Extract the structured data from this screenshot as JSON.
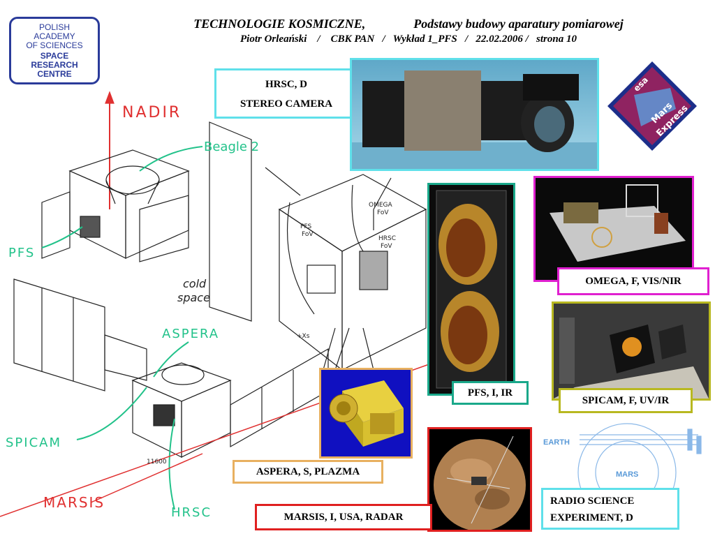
{
  "logo": {
    "line1": "POLISH",
    "line2": "ACADEMY",
    "line3": "OF SCIENCES",
    "line4": "SPACE",
    "line5": "RESEARCH",
    "line6": "CENTRE"
  },
  "header": {
    "course": "TECHNOLOGIE KOSMICZNE,",
    "subject": "Podstawy budowy aparatury pomiarowej",
    "subtitle": "Piotr Orleański    /    CBK PAN   /   Wykład 1_PFS   /   22.02.2006 /   strona 10"
  },
  "diagram": {
    "nadir": "NADIR",
    "beagle": "Beagle 2",
    "pfs": "PFS",
    "cold_space": "cold",
    "cold_space2": "space",
    "aspera": "ASPERA",
    "spicam": "SPICAM",
    "marsis": "MARSIS",
    "hrsc": "HRSC",
    "serial": "11600",
    "omega_fov": "OMEGA",
    "omega_fov2": "FoV",
    "pfs_fov": "PFS",
    "pfs_fov2": "FoV",
    "hrsc_fov": "HRSC",
    "hrsc_fov2": "FoV",
    "xs": "+Xs"
  },
  "labels": {
    "hrsc_title": "HRSC, D",
    "hrsc_sub": "STEREO CAMERA",
    "omega": "OMEGA, F, VIS/NIR",
    "pfs": "PFS, I, IR",
    "spicam": "SPICAM, F, UV/IR",
    "aspera": "ASPERA, S, PLAZMA",
    "marsis": "MARSIS, I, USA, RADAR",
    "radio1": "RADIO SCIENCE",
    "radio2": "EXPERIMENT, D"
  },
  "mars_express_logo": {
    "text1": "esa",
    "text2": "Mars",
    "text3": "Express"
  },
  "radio_diagram": {
    "earth": "EARTH",
    "mars": "MARS"
  },
  "colors": {
    "hrsc_border": "#5fe0ea",
    "omega_border": "#e020d0",
    "pfs_border": "#1aa88a",
    "spicam_border": "#b8b820",
    "aspera_border": "#e8b060",
    "marsis_border": "#e02020",
    "radio_border": "#5fe0ea",
    "green_ink": "#22c28a",
    "red_ink": "#e03030"
  }
}
